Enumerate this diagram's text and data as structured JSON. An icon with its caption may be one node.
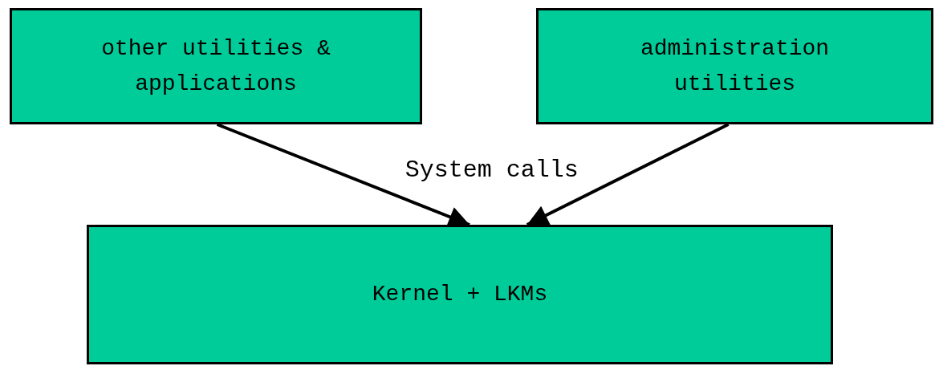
{
  "diagram": {
    "nodes": [
      {
        "text": [
          "other utilities & applications"
        ]
      },
      {
        "text": [
          "administration utilities"
        ]
      },
      {
        "text": [
          "Kernel + LKMs"
        ]
      }
    ],
    "edges": [
      {
        "from": 0,
        "to": 2,
        "arrow": "to",
        "label": "System calls"
      },
      {
        "from": 1,
        "to": 2,
        "arrow": "to"
      }
    ]
  }
}
